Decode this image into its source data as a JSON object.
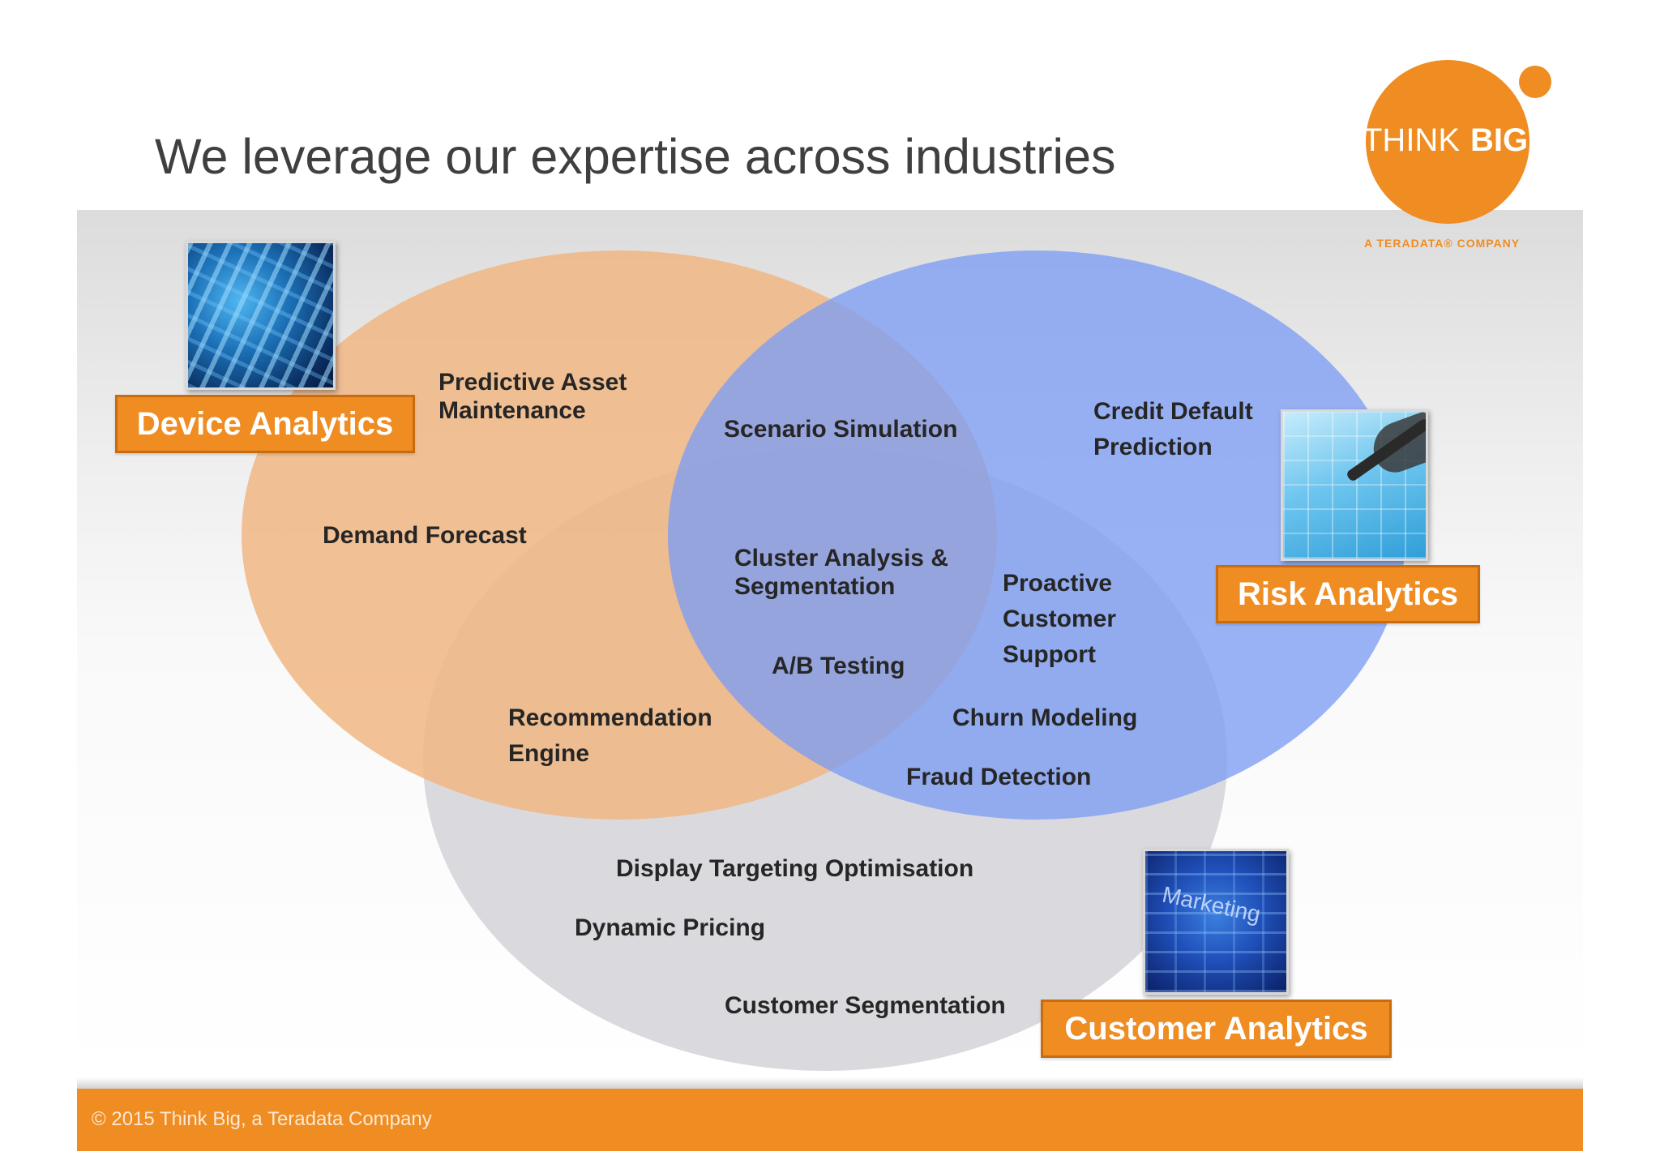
{
  "title": "We leverage our expertise across industries",
  "logo": {
    "wordmark_think": "THINK",
    "wordmark_big": "BIG",
    "tagline": "A TERADATA® COMPANY"
  },
  "categories": {
    "device": "Device Analytics",
    "risk": "Risk Analytics",
    "customer": "Customer Analytics"
  },
  "labels": {
    "predictive_asset": [
      "Predictive Asset",
      "Maintenance"
    ],
    "demand_forecast": "Demand Forecast",
    "scenario_simulation": "Scenario Simulation",
    "credit_default": [
      "Credit Default",
      "Prediction"
    ],
    "cluster_analysis": [
      "Cluster Analysis &",
      "Segmentation"
    ],
    "proactive_support": [
      "Proactive",
      "Customer",
      "Support"
    ],
    "ab_testing": "A/B Testing",
    "recommendation_engine": [
      "Recommendation",
      "Engine"
    ],
    "churn_modeling": "Churn Modeling",
    "fraud_detection": "Fraud Detection",
    "display_targeting": "Display Targeting Optimisation",
    "dynamic_pricing": "Dynamic Pricing",
    "customer_segmentation": "Customer Segmentation"
  },
  "photos": {
    "marketing_word": "Marketing"
  },
  "colors": {
    "accent_orange": "#ef8c22",
    "circle_orange": "#f0b683",
    "circle_blue": "#7d9ef3",
    "circle_grey": "#d3d3d8"
  },
  "footer": {
    "copyright": "© 2015 Think Big, a Teradata Company"
  }
}
